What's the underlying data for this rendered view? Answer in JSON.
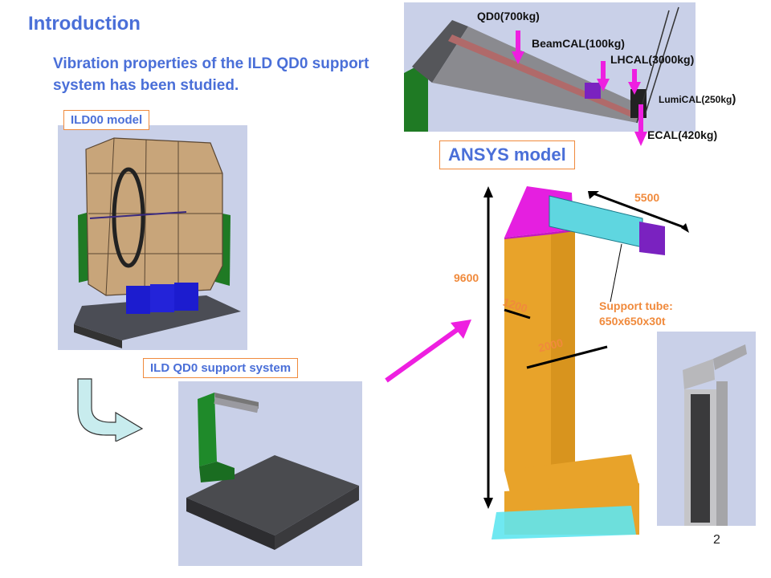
{
  "slide": {
    "title": "Introduction",
    "subtitle": "Vibration properties of the ILD QD0 support system has been studied.",
    "page_number": "2"
  },
  "labels": {
    "ild00_model": "ILD00 model",
    "qd0_support": "ILD QD0 support system",
    "ansys_model": "ANSYS model"
  },
  "top_render": {
    "qd0": "QD0(700kg)",
    "beamcal": "BeamCAL(100kg)",
    "lhcal": "LHCAL(3000kg)",
    "lumical_main": "LumiCAL(250kg",
    "lumical_paren": ")",
    "ecal": "ECAL(420kg)"
  },
  "ansys": {
    "dim_length": "5500",
    "dim_height": "9600",
    "dim_width": "1200",
    "dim_depth": "2000",
    "support_tube_line1": "Support tube:",
    "support_tube_line2": "650x650x30t"
  },
  "colors": {
    "accent_blue": "#4a6fd8",
    "label_orange": "#f08a3c",
    "force_arrow": "#ee1fe0",
    "ansys_column": "#e8a32a",
    "ansys_top": "#e51fe0",
    "ansys_tube": "#5fd6e0"
  },
  "icons": {
    "curved_arrow": "curved-down-right-arrow",
    "flow_arrow": "diagonal-magenta-arrow"
  }
}
